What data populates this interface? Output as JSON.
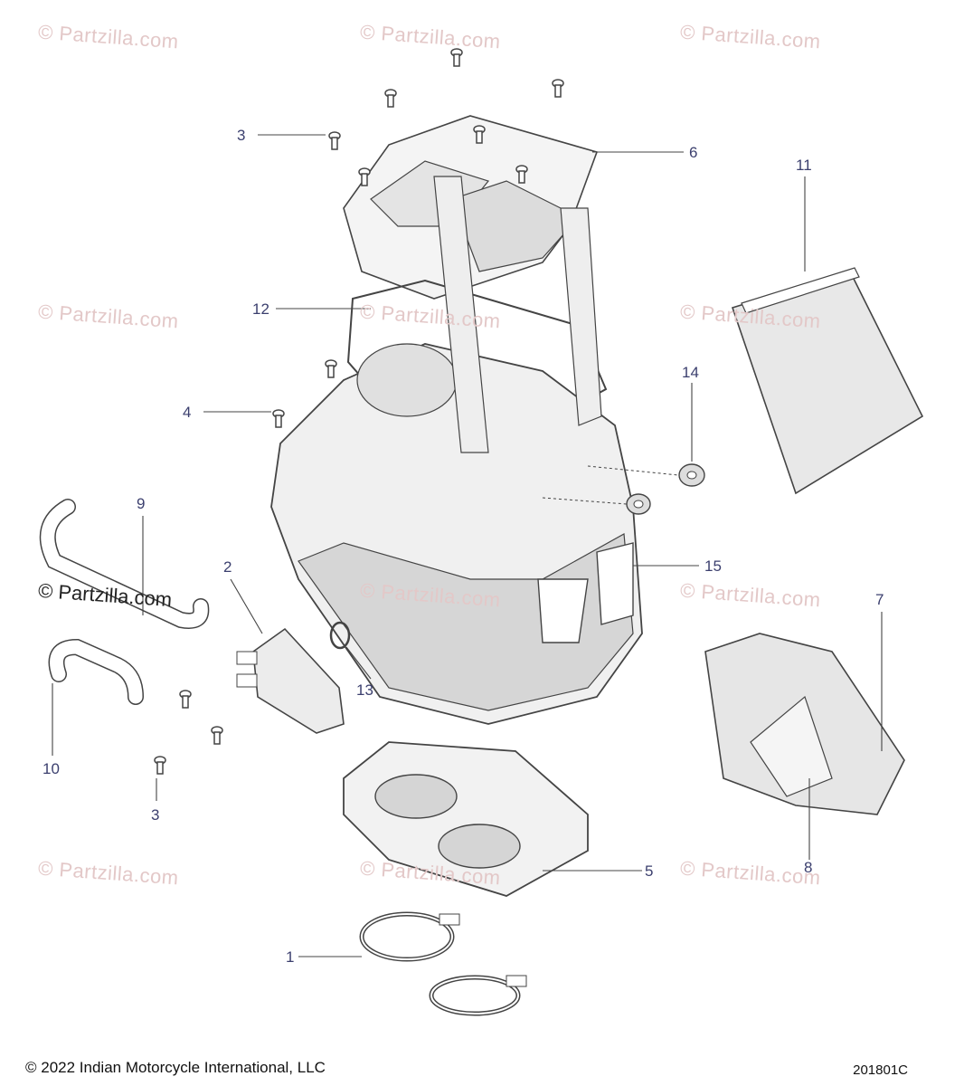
{
  "watermark_text": "© Partzilla.com",
  "watermark_strong": "© Partzilla.com",
  "callouts": {
    "c1": "1",
    "c2": "2",
    "c3a": "3",
    "c3b": "3",
    "c4": "4",
    "c5": "5",
    "c6": "6",
    "c7": "7",
    "c8": "8",
    "c9": "9",
    "c10": "10",
    "c11": "11",
    "c12": "12",
    "c13": "13",
    "c14": "14",
    "c15": "15"
  },
  "footer": {
    "copyright": "© 2022 Indian Motorcycle International, LLC",
    "diagram_id": "201801C"
  },
  "colors": {
    "callout": "#3b3f6e",
    "line": "#444444",
    "part_fill": "#f2f2f2",
    "shadow_fill": "#d9d9d9"
  }
}
